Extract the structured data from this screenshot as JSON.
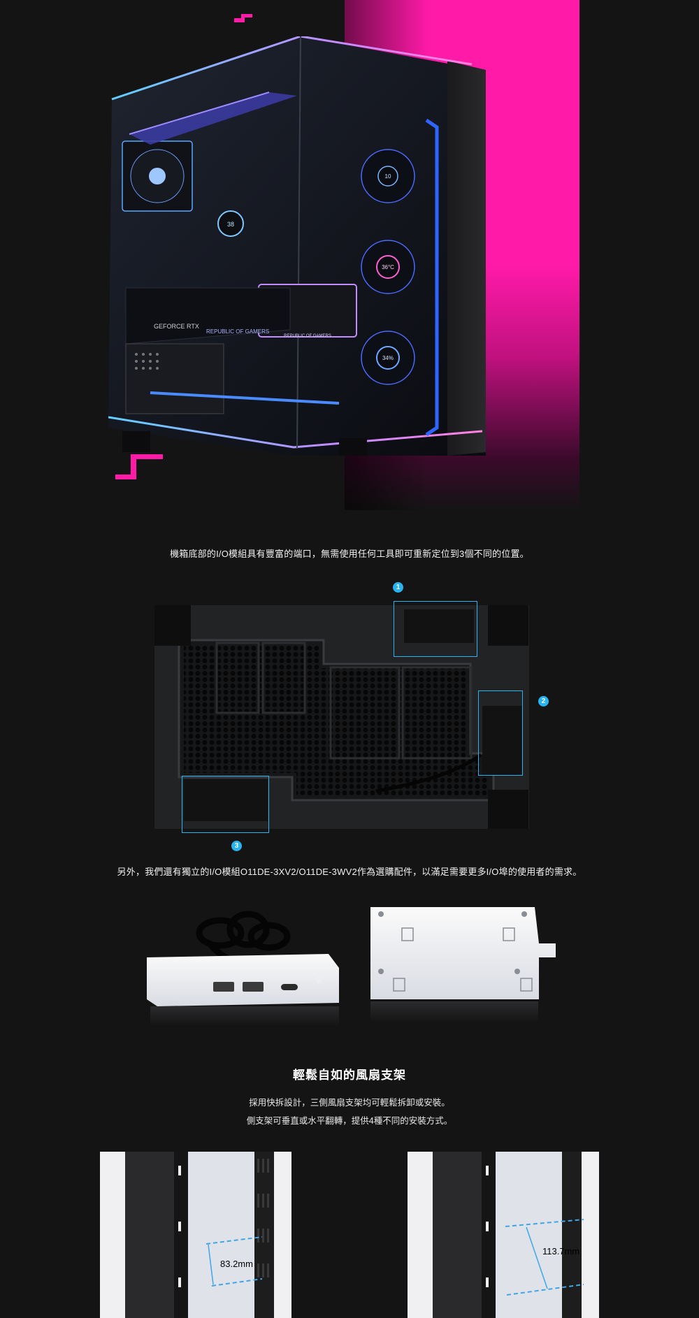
{
  "hero": {
    "gpu_label": "GEFORCE RTX",
    "brand_label": "REPUBLIC OF GAMERS",
    "ram_label": "REPUBLIC OF GAMERS",
    "aio_display": "10",
    "pump_display": "38",
    "fan_temp": "36°C",
    "fan_pct": "34%"
  },
  "io_section": {
    "caption": "機箱底部的I/O模組具有豐富的端口，無需使用任何工具即可重新定位到3個不同的位置。",
    "badges": [
      "1",
      "2",
      "3"
    ]
  },
  "accessory_section": {
    "caption": "另外，我們還有獨立的I/O模組O11DE-3XV2/O11DE-3WV2作為選購配件，以滿足需要更多I/O埠的使用者的需求。"
  },
  "fan_section": {
    "title": "輕鬆自如的風扇支架",
    "lines": [
      "採用快拆設計，三側風扇支架均可輕鬆拆卸或安裝。",
      "側支架可垂直或水平翻轉，提供4種不同的安裝方式。"
    ],
    "photos": [
      {
        "dimension": "83.2mm"
      },
      {
        "dimension": "113.7mm"
      }
    ]
  },
  "colors": {
    "accent_pink": "#ff1aa8",
    "accent_blue": "#29b3f0",
    "background": "#141414"
  }
}
